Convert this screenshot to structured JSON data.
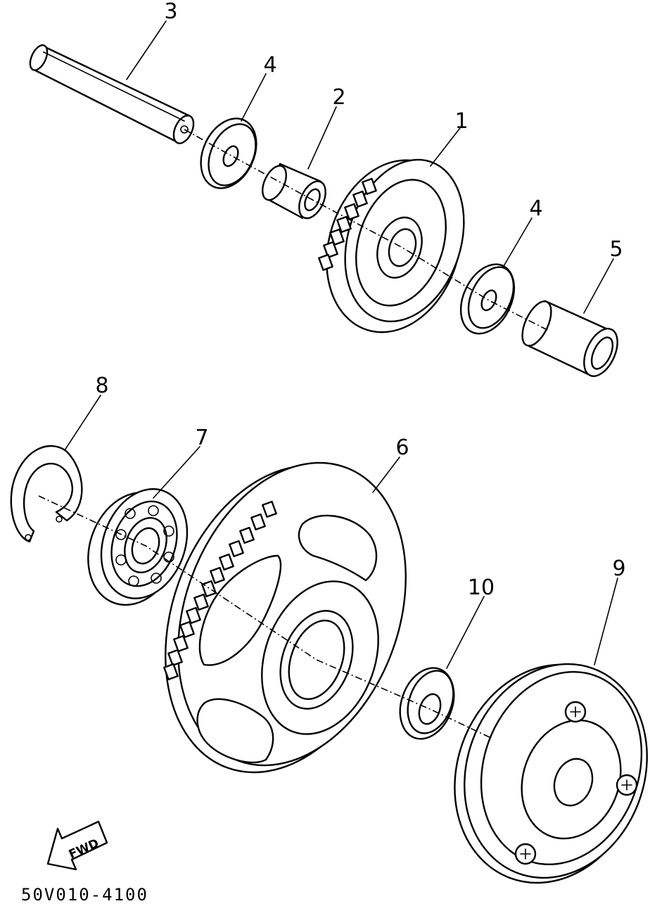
{
  "diagram": {
    "part_labels": [
      {
        "id": "part-1",
        "text": "1"
      },
      {
        "id": "part-2",
        "text": "2"
      },
      {
        "id": "part-3",
        "text": "3"
      },
      {
        "id": "part-4a",
        "text": "4"
      },
      {
        "id": "part-4b",
        "text": "4"
      },
      {
        "id": "part-5",
        "text": "5"
      },
      {
        "id": "part-6",
        "text": "6"
      },
      {
        "id": "part-7",
        "text": "7"
      },
      {
        "id": "part-8",
        "text": "8"
      },
      {
        "id": "part-9",
        "text": "9"
      },
      {
        "id": "part-10",
        "text": "10"
      }
    ],
    "direction_arrow": {
      "text": "FWD"
    },
    "drawing_code": "50V010-4100"
  }
}
